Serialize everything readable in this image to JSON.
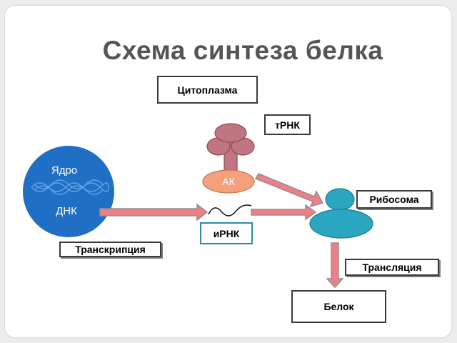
{
  "title": "Схема синтеза белка",
  "labels": {
    "cytoplasm": "Цитоплазма",
    "trna": "тРНК",
    "nucleus": "Ядро",
    "dna": "ДНК",
    "amino_acid": "АК",
    "ribosome": "Рибосома",
    "mrna": "иРНК",
    "transcription": "Транскрипция",
    "translation": "Трансляция",
    "protein": "Белок"
  },
  "colors": {
    "title": "#555555",
    "nucleus": "#1f6fc5",
    "trna": "#c07580",
    "amino_acid": "#f4a07a",
    "ribosome": "#2ba6c0",
    "arrow_fill": "#ee7f86",
    "arrow_stroke": "#8f8f8f"
  }
}
